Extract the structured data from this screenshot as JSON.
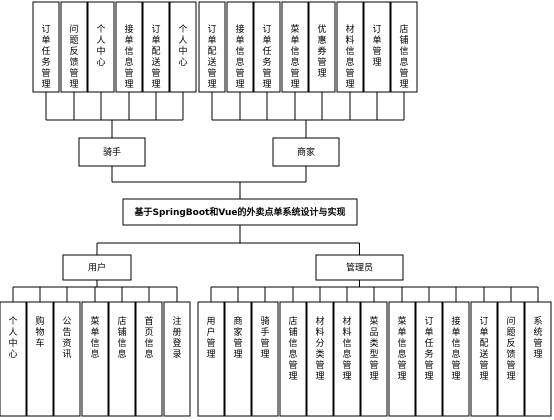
{
  "root": "基于SpringBoot和Vue的外卖点单系统设计与实现",
  "top_groups": [
    {
      "label": "骑手",
      "children": [
        "订单任务管理",
        "问题反馈管理",
        "个人中心",
        "接单信息管理",
        "订单配送管理",
        "个人中心"
      ]
    },
    {
      "label": "商家",
      "children": [
        "订单配送管理",
        "接单信息管理",
        "订单任务管理",
        "菜单信息管理",
        "优惠券管理",
        "材料信息管理",
        "订单管理",
        "店铺信息管理"
      ]
    }
  ],
  "bottom_groups": [
    {
      "label": "用户",
      "children": [
        "个人中心",
        "购物车",
        "公告资讯",
        "菜单信息",
        "店铺信息",
        "首页信息",
        "注册登录"
      ]
    },
    {
      "label": "管理员",
      "children": [
        "用户管理",
        "商家管理",
        "骑手管理",
        "店铺信息管理",
        "材料分类管理",
        "材料信息管理",
        "菜品类型管理",
        "菜单信息管理",
        "订单任务管理",
        "接单信息管理",
        "订单配送管理",
        "问题反馈管理",
        "系统管理"
      ]
    }
  ]
}
